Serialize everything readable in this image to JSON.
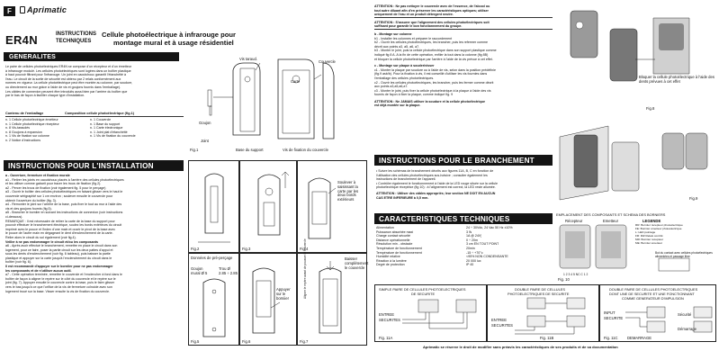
{
  "header": {
    "lang_code": "F",
    "brand": "Aprimatic",
    "model": "ER4N",
    "label_top": "INSTRUCTIONS",
    "label_bottom": "TECHNIQUES",
    "title_line1": "Cellule photoélectrique à infrarouge pour",
    "title_line2": "montage mural et à usage résidentiel"
  },
  "generalites": {
    "heading": "GENERALITES",
    "lines": [
      "Le paire de cellules photoélectriques ER4N se compose d'un récepteur et d'un émetteur",
      "à infrarouge modulé. Les cellules photoélectriques sont logées dans un boîtier plastique",
      "à haut pouvoir filtrant pour l'infrarouge. Un joint en caoutchouc garantit l'étanchéité à",
      "l'eau. Le circuit de la sortie de sécurité est obtenu par 2 relais conformément aux",
      "normes en vigueur. La cellule photoélectrique peut être montée au colonne, par soudure,",
      "ou directement au mur grâce à l'aide de vis et goujons fournis dans l'emballage).",
      "Les câbles de connexion peuvent être introduits aussi bien par l'arrière du boîtier que",
      "par le bas de façon à faciliter chaque type d'installation."
    ],
    "contents_head_left": "Contenu de l'emballage",
    "contents_head_right": "Composition cellule photoélectrique (fig.1)",
    "contents_left": [
      "n. 1 Cellule photoélectrique émetteur",
      "n. 1 Cellule photoélectrique récepteur",
      "n. 8 Vis-taraudés",
      "n. 8 Goujons à expansion",
      "n. 1 Vis de fixation sur colonne",
      "n. 2 Notice d'instructions"
    ],
    "contents_right": [
      "n. 1 Couvercle",
      "n. 1 Base du support",
      "n. 1 Carte électronique",
      "n. 1 Joint plat d'étanchéité",
      "n. 1 Vis de fixation du couvercle",
      ""
    ]
  },
  "fig1": {
    "label": "Fig.1",
    "callouts": [
      "Vis taraud.",
      "Couvercle",
      "Goujon",
      "Carte",
      "Joint",
      "Base du support",
      "Vis de fixation du couvercle"
    ]
  },
  "installation": {
    "heading": "INSTRUCTIONS POUR L'INSTALLATION",
    "lines": [
      "a  -  Ouverture, fermeture et fixation murale",
      "a1  -  Retirer les joints en caoutchouc placés à l'arrière des cellules photoélectriques",
      "        et les utiliser comme gabarit pour tracer les trous de fixation (fig.2).",
      "a2  -  Percer les trous de fixation (voir également fig. 5 pour le perçage)",
      "a3  -  Ouvrir le boîtier des cellules photoélectriques en faisant glisser vers le haut le",
      "        couvercle sérigraphié sur 1 cm environ ; soulever ensuite le couvercle pour",
      "        obtenir l'ouverture du boîtier (fig. 3).",
      "a4  -  Remonter le joint sur l'arrière de la base, puis fixer le tout au mur à l'aide des",
      "        vis et des goujons fournis (fig.5).",
      "a5  -  Brancher le borniier en suivant les instructions de connexion (voir instructions",
      "        ci-dessous).",
      "        REMARQUE : Il est nécessaire de retirer la carte de la base du support pour",
      "        pouvoir effectuer le branchement électrique, soulez les bords extérieurs du circuit",
      "        imprimé avec le pouce et l'index d'une main et ouvrir le pivot de la base avec",
      "        le pouce de l'autre main en dégageant le dent d'enclenchement de la carte.",
      "        Relier alors le circuit du sol également (voir fig.4).",
      "Veiller à ne pas endommager le circuit et/ou les composants",
      "a6  -  Après avoir effectué le branchement, remettre en place le circuit dans son",
      "        logement, pour ce faire, poser la partie circuit sur les deux pattes d'appui et",
      "        sous les dents d'enclenchement (voir fig. 6 tableau), puis baisser la partie",
      "        plastique et appuyer sur la carte jusqu'à l'enclenchement du circuit dans le",
      "        boîtier (voir fig. 6).",
      "        Il est recommandé d'appuyer sur le borniier pour ne pas endommager",
      "        les composants et de n'utiliser aucun outil.",
      "a7  -  Cette opération terminée, remettre le couvercle et l'enclencher à fond dans le",
      "        boîtier de façon à aligner le repère sur le côté du couvercle et le repère sur le",
      "        joint (fig. 7). Appuyer ensuite le couvercle contre la base, puis le faire glisser",
      "        vers le bas jusqu'à ce que l'orifice de la vis de fermeture coïncide avec son",
      "        logement troué sur la base. Visser ensuite la vis de fixation du couvercle."
    ]
  },
  "figs_mid": {
    "fig2": "Fig.2",
    "fig3": "Fig.3",
    "fig4": "Fig.4",
    "fig5": "Fig.5",
    "fig6": "Fig.6",
    "fig7": "Fig.7",
    "fig4_note": "Soulever à saisissant la carte par les deux bords extérieurs",
    "fig5_title": "Données de pré-perçage",
    "fig5_a": "Goujon mural Ø 5",
    "fig5_b": "Trou Ø 2.85 ÷ 2.85",
    "fig6_note": "Appuyer sur le borniier",
    "fig7_note": "Baisser complètement le couvercle",
    "fig7_side": "Aligner le repère avant de pousser le couvercle"
  },
  "right": {
    "att1_lines": [
      "ATTENTION : Ne pas nettoyer le couvercle avec de l'essence, de l'alcool ou",
      "tout autre diluant afin d'en préserver les caractéristiques optiques; utiliser",
      "uniquement de l'eau et un produit détergent neutre."
    ],
    "att2_lines": [
      "ATTENTION : S'assurer que l'alignement des cellules photoélectriques soit",
      "suffisant pour garantir le bon fonctionnement du groupe."
    ],
    "b_lines": [
      "b  -  Montage sur colonne",
      "b1  -  Installer les colonnes et préparer le raccordement",
      "b2  -  Ouvrir les cellules photoélectriques, les brancher, puis les refermer comme",
      "        décrit aux points a3, a5, a6, a7.",
      "b3  -  Monter le joint, puis la cellule photoélectrique dans son support plastique comme",
      "        indiqué fig 8 A. A la fin de cette opération, enfiler la tout dans la colonne (fig 8B)",
      "        et bloquer la cellule photoélectrique par l'arrière à l'aide de la vis prévue à cet effet."
    ],
    "c_lines": [
      "c  -  Montage sur plaque à souder/visser",
      "c1  -  Monter la plaque par soudure ou à l'aide de vis, selon dans la position prédéfinie",
      "        (fig.9 asb/b). Pour la fixation à vis, il est conseillé d'utiliser les vis fournies dans",
      "        l'emballage des cellules photoélectriques.",
      "c2  -  Ouvrir les cellules photoélectriques, les brancher, puis les fermer comme décrit",
      "        aux points a3,a5,a6,a7.",
      "c3  -  Monter le joint, puis fixer la cellule photoélectrique à la plaque à l'aide des vis",
      "        fournis de façon à fixer la plaque, comme indiqué fig. 9"
    ],
    "att3_lines": [
      "ATTENTION : Ne JAMAIS utiliser la soudure et la cellule photoélectrique",
      "est déjà montée sur la plaque."
    ],
    "fig8_label": "Fig.8",
    "fig8_note": "Bloquer la cellule photoélectrique à l'aide des dents prévues à cet effet",
    "fig9_label": "Fig.9",
    "branchement_heading": "INSTRUCTIONS POUR LE BRANCHEMENT",
    "branchement_lines": [
      "•  Suivre les schémas de branchement décrits aux figures 11A, B, C en fonction de",
      "   l'utilisation des cellules photoélectriques sus-hotsive ; consulter également les",
      "   instructions de branchement de l'appareil.",
      "•  Contrôler également le fonctionnement à l'aide de la LED rouge située sur la cellule",
      "   photoélectrique réceptrice (fig 10) : à l'alignement est correct, la LED reste allumée."
    ],
    "att4_lines": [
      "ATTENTION : Utiliser des câbles appropriés; leur section NE DOIT EN AUCUN",
      "CAS ETRE INFERIEURE à 0,5 mm."
    ],
    "caract_heading": "CARACTERISTIQUES TECHNIQUES",
    "specs": [
      {
        "k": "Alimentation",
        "v": "24 ÷ 30Vdc, 24 Vac 50 Hz ±10%"
      },
      {
        "k": "Puissance absorbée maxi",
        "v": "3 W"
      },
      {
        "k": "Charge contact sécurité",
        "v": "1A @ 24V)"
      },
      {
        "k": "Distance opérationnelle",
        "v": "0 ÷ 20m"
      },
      {
        "k": "Résolution min - obstacle",
        "v": "3 cm EN TOUT POINT"
      },
      {
        "k": "Température de fonctionnement",
        "v": "20min"
      },
      {
        "k": "Température de fonctionnement",
        "v": "-15 ÷ +70°c"
      },
      {
        "k": "Humidité relative",
        "v": "<95% NON CONDENSANTE"
      },
      {
        "k": "Réaction à la lumière",
        "v": "20 000 lux"
      },
      {
        "k": "Degré de protection",
        "v": "IP 45"
      }
    ],
    "schema_title": "EMPLACEMENT DES COMPOSANTS ET SCHEMA DES BORNIERS",
    "schema_rec": "Récepteur",
    "schema_em": "Emetteur",
    "legend_title": "LEGENDE",
    "legend": [
      "RR: Borniier récepteur photoélectrique",
      "FE: Borniier émetteur photoélectrique",
      "L: LED pointage",
      "FR: RiZ Relais contrôl.",
      "MR: Borniier récepteur",
      "ME: Borniier émetteur"
    ],
    "bornes": "1  2  3  4  5   NC  C   1  2",
    "schema_note": "But du contact avec cellules photoélectriques alimentées et passage libre",
    "fig10": "Fig. 10"
  },
  "bottom": {
    "a_title1": "SIMPLE PAIRE DE CELLULES PHOTOELECTRIQUES",
    "a_title2": "DE SECURITE",
    "a_in1": "ENTREE",
    "a_in2": "SECURITES",
    "a_fig": "Fig. 11A",
    "b_title1": "DOUBLE PAIRE DE CELLULES",
    "b_title2": "PHOTOELECTRIQUES DE SECURITE",
    "b_in1": "ENTREE",
    "b_in2": "SECURITES",
    "b_fig": "Fig. 11B",
    "c_title1": "DOUBLE PAIRE DE CELLULES PHOTOELECTRIQUES",
    "c_title2": "DONT UNE DE SECURITE ET UNE FONCTIONNANT",
    "c_title3": "COMME GENERATEUR D'IMPULSION",
    "c_in1": "INPUT",
    "c_in2": "SECURITE",
    "c_sec": "Sécurité",
    "c_dem": "Démarrage",
    "c_start": "DEMARRAGE",
    "c_fig": "Fig. 11C",
    "footer": "Aprimatic se réserve le droit de modifier sans préavis les caractéristiques de ses produits et de sa documentation"
  }
}
